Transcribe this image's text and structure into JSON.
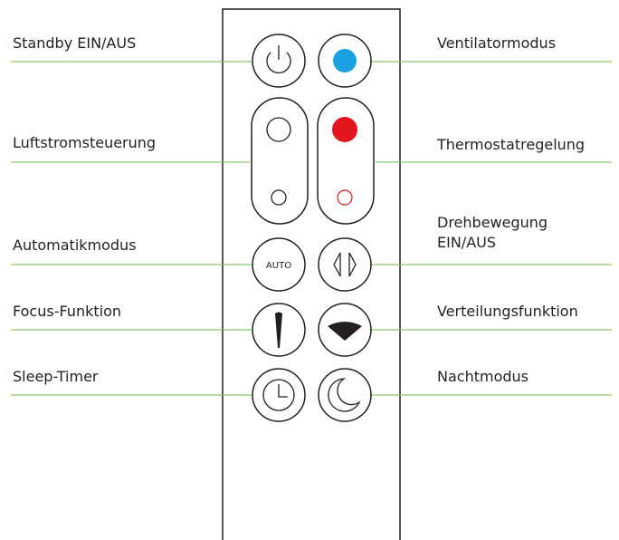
{
  "labels": {
    "standby": "Standby EIN/AUS",
    "ventilator": "Ventilatormodus",
    "luftstrom": "Luftstromsteuerung",
    "thermostat": "Thermostatregelung",
    "automatik": "Automatikmodus",
    "dreh_line1": "Drehbewegung",
    "dreh_line2": "EIN/AUS",
    "focus": "Focus-Funktion",
    "verteilung": "Verteilungsfunktion",
    "sleep": "Sleep-Timer",
    "nacht": "Nachtmodus"
  },
  "buttons": {
    "auto_text": "AUTO"
  },
  "colors": {
    "leader_line": "#6cc24a",
    "fan_dot": "#1ba2e3",
    "heat_dot": "#e2161c",
    "outline": "#231f20"
  },
  "icons": [
    "power-icon",
    "fan-mode-dot",
    "airflow-up-circle",
    "airflow-down-circle",
    "heat-up-dot",
    "heat-down-circle",
    "auto-icon",
    "oscillation-icon",
    "focus-icon",
    "diffuse-icon",
    "sleep-timer-icon",
    "night-mode-icon"
  ]
}
